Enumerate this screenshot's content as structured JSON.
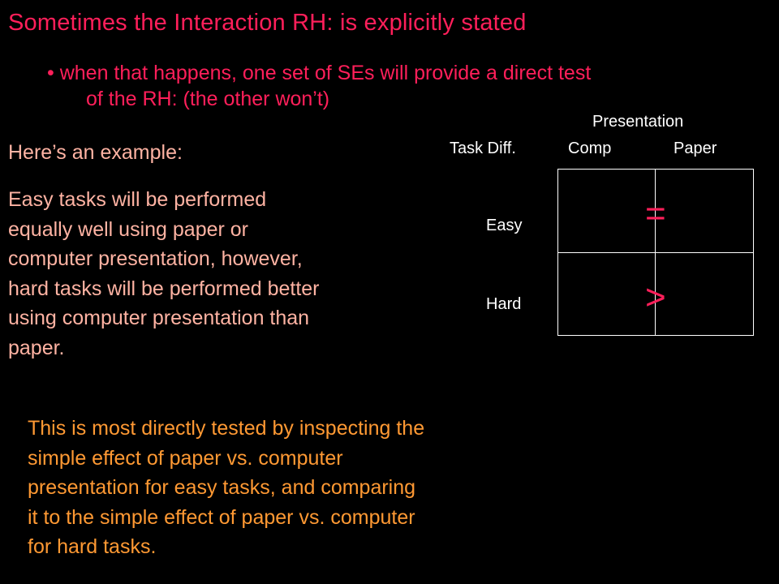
{
  "slide": {
    "title": "Sometimes the Interaction RH: is explicitly stated",
    "bullet": {
      "marker": "•",
      "line1": "when that happens, one set of SEs will provide a direct test",
      "line2": "of the RH: (the other won’t)"
    },
    "example_heading": "Here’s an example:",
    "hypothesis_lines": [
      "Easy tasks will be performed",
      "equally well using paper or",
      "computer presentation, however,",
      "hard tasks will be performed better",
      "using computer presentation than",
      "paper."
    ],
    "conclusion_lines": [
      "This is most directly tested by inspecting the",
      "simple effect of paper vs. computer",
      "presentation for easy tasks, and comparing",
      "it to the simple effect of paper vs. computer",
      "for hard tasks."
    ]
  },
  "design_table": {
    "column_factor": "Presentation",
    "row_factor": "Task Diff.",
    "columns": [
      "Comp",
      "Paper"
    ],
    "rows": [
      {
        "label": "Easy",
        "relation": "="
      },
      {
        "label": "Hard",
        "relation": ">"
      }
    ]
  },
  "colors": {
    "background": "#000000",
    "title": "#ff1f5a",
    "body_text": "#ffb3a3",
    "conclusion_text": "#ff9933",
    "table_text": "#ffffff"
  }
}
